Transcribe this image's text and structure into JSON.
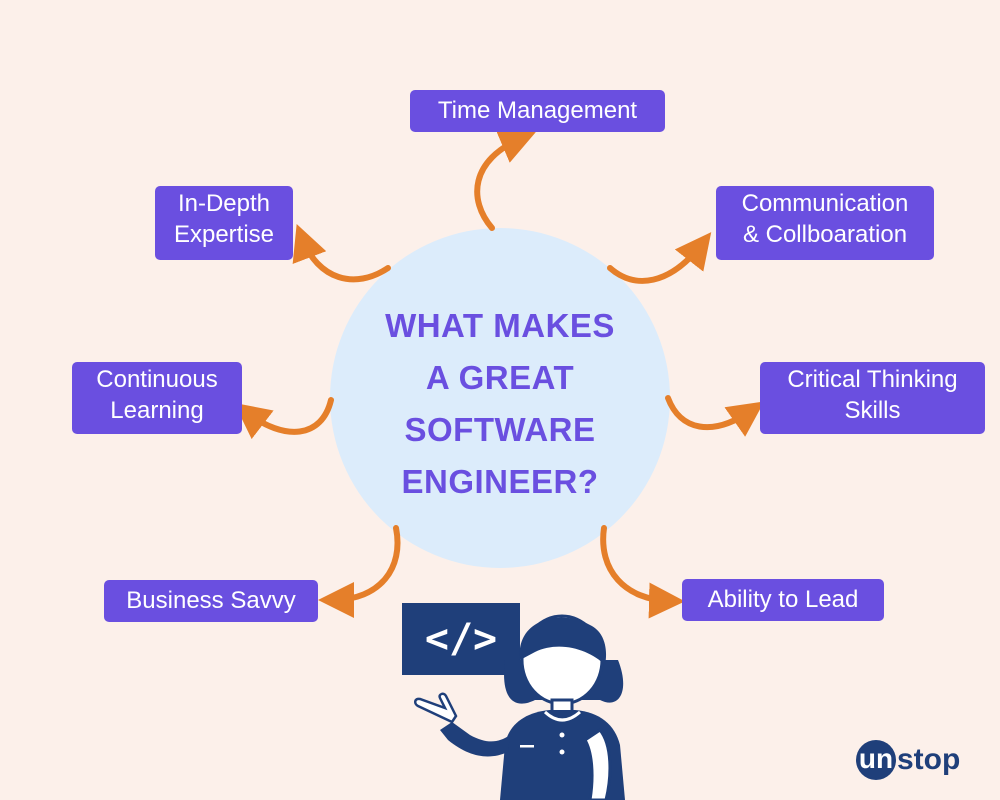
{
  "center": {
    "title": "WHAT MAKES\nA GREAT\nSOFTWARE\nENGINEER?"
  },
  "nodes": {
    "time_management": "Time Management",
    "communication": "Communication\n& Collboaration",
    "critical_thinking": "Critical Thinking\nSkills",
    "ability_to_lead": "Ability to Lead",
    "business_savvy": "Business Savvy",
    "continuous_learning": "Continuous\nLearning",
    "in_depth_expertise": "In-Depth\nExpertise"
  },
  "illustration": {
    "screen_glyph": "</>"
  },
  "brand": {
    "u": "un",
    "rest": "stop"
  },
  "colors": {
    "background": "#fcf0ea",
    "circle": "#dcecfb",
    "accent": "#6a4fe0",
    "arrow": "#e57f2a",
    "navy": "#1f3f7a"
  }
}
